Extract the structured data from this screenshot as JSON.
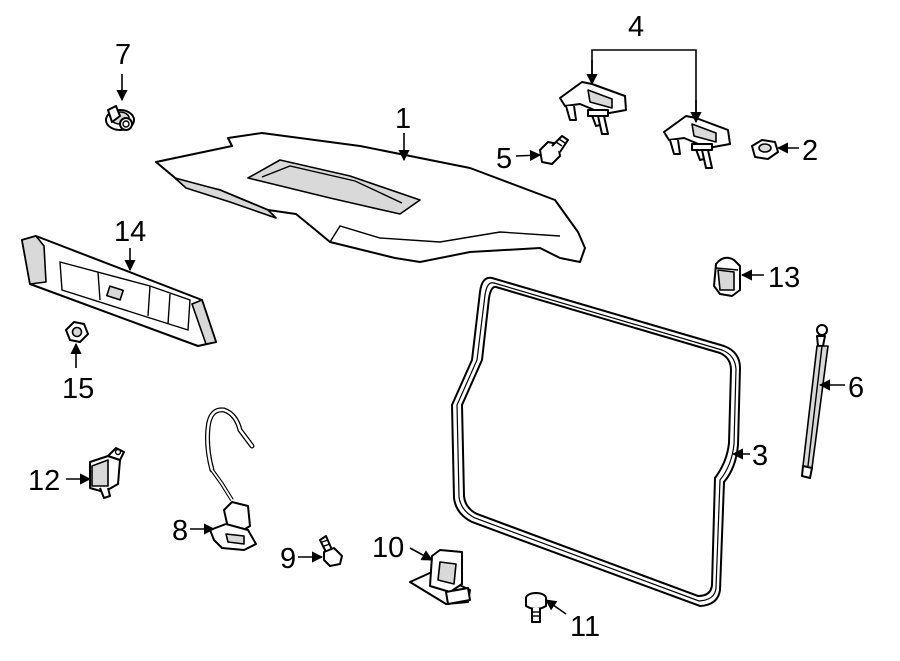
{
  "callouts": {
    "c1": "1",
    "c2": "2",
    "c3": "3",
    "c4": "4",
    "c5": "5",
    "c6": "6",
    "c7": "7",
    "c8": "8",
    "c9": "9",
    "c10": "10",
    "c11": "11",
    "c12": "12",
    "c13": "13",
    "c14": "14",
    "c15": "15"
  },
  "parts": [
    {
      "callout": "1",
      "icon": "liftgate-panel"
    },
    {
      "callout": "2",
      "icon": "nut"
    },
    {
      "callout": "3",
      "icon": "weatherstrip-seal"
    },
    {
      "callout": "4",
      "icon": "hinge-pair"
    },
    {
      "callout": "5",
      "icon": "bolt"
    },
    {
      "callout": "6",
      "icon": "lift-support-strut"
    },
    {
      "callout": "7",
      "icon": "push-clip"
    },
    {
      "callout": "8",
      "icon": "latch-with-cable"
    },
    {
      "callout": "9",
      "icon": "bolt"
    },
    {
      "callout": "10",
      "icon": "striker"
    },
    {
      "callout": "11",
      "icon": "bolt"
    },
    {
      "callout": "12",
      "icon": "switch-bracket"
    },
    {
      "callout": "13",
      "icon": "bumper-stop"
    },
    {
      "callout": "14",
      "icon": "applique-molding"
    },
    {
      "callout": "15",
      "icon": "nut"
    }
  ]
}
